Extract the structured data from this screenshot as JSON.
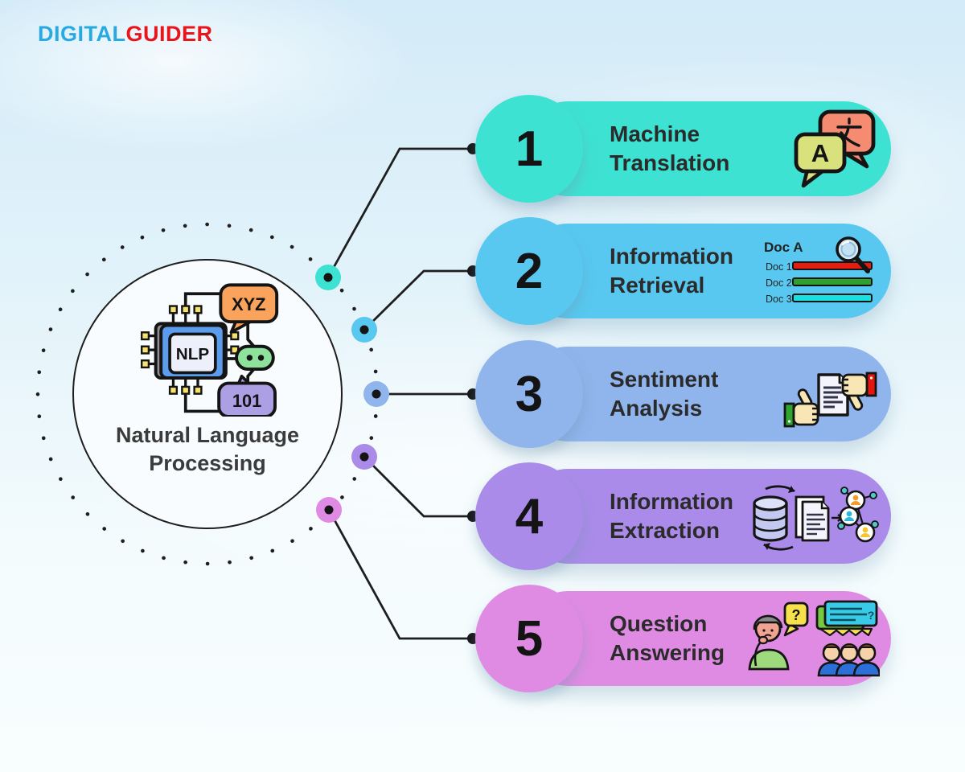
{
  "logo": {
    "part1": "DIGITAL",
    "part2": "GUIDER",
    "color1": "#29A9E1",
    "color2": "#E8151B"
  },
  "center": {
    "title_line1": "Natural Language",
    "title_line2": "Processing",
    "chip_label": "NLP",
    "bubble_top_label": "XYZ",
    "bubble_bottom_label": "101"
  },
  "items": [
    {
      "number": "1",
      "label_line1": "Machine",
      "label_line2": "Translation",
      "color": "#3EE2D3",
      "icon": "translation-speech-bubbles",
      "icon_text": {
        "latin": "A",
        "cjk": "文"
      }
    },
    {
      "number": "2",
      "label_line1": "Information",
      "label_line2": "Retrieval",
      "color": "#58C8F0",
      "icon": "document-ranking-magnifier",
      "icon_text": {
        "doc_a": "Doc A",
        "doc1": "Doc 1",
        "doc2": "Doc 2",
        "doc3": "Doc 3"
      },
      "bar_colors": {
        "doc1": "#E51C10",
        "doc2": "#2FA02F",
        "doc3": "#19DFE0"
      }
    },
    {
      "number": "3",
      "label_line1": "Sentiment",
      "label_line2": "Analysis",
      "color": "#90B4EC",
      "icon": "thumbs-up-down-document"
    },
    {
      "number": "4",
      "label_line1": "Information",
      "label_line2": "Extraction",
      "color": "#AA8BE9",
      "icon": "database-documents-network"
    },
    {
      "number": "5",
      "label_line1": "Question",
      "label_line2": "Answering",
      "color": "#E08BE3",
      "icon": "thinking-person-group-qa",
      "icon_text": {
        "q_bubble": "?",
        "q_chat": "?"
      }
    }
  ]
}
